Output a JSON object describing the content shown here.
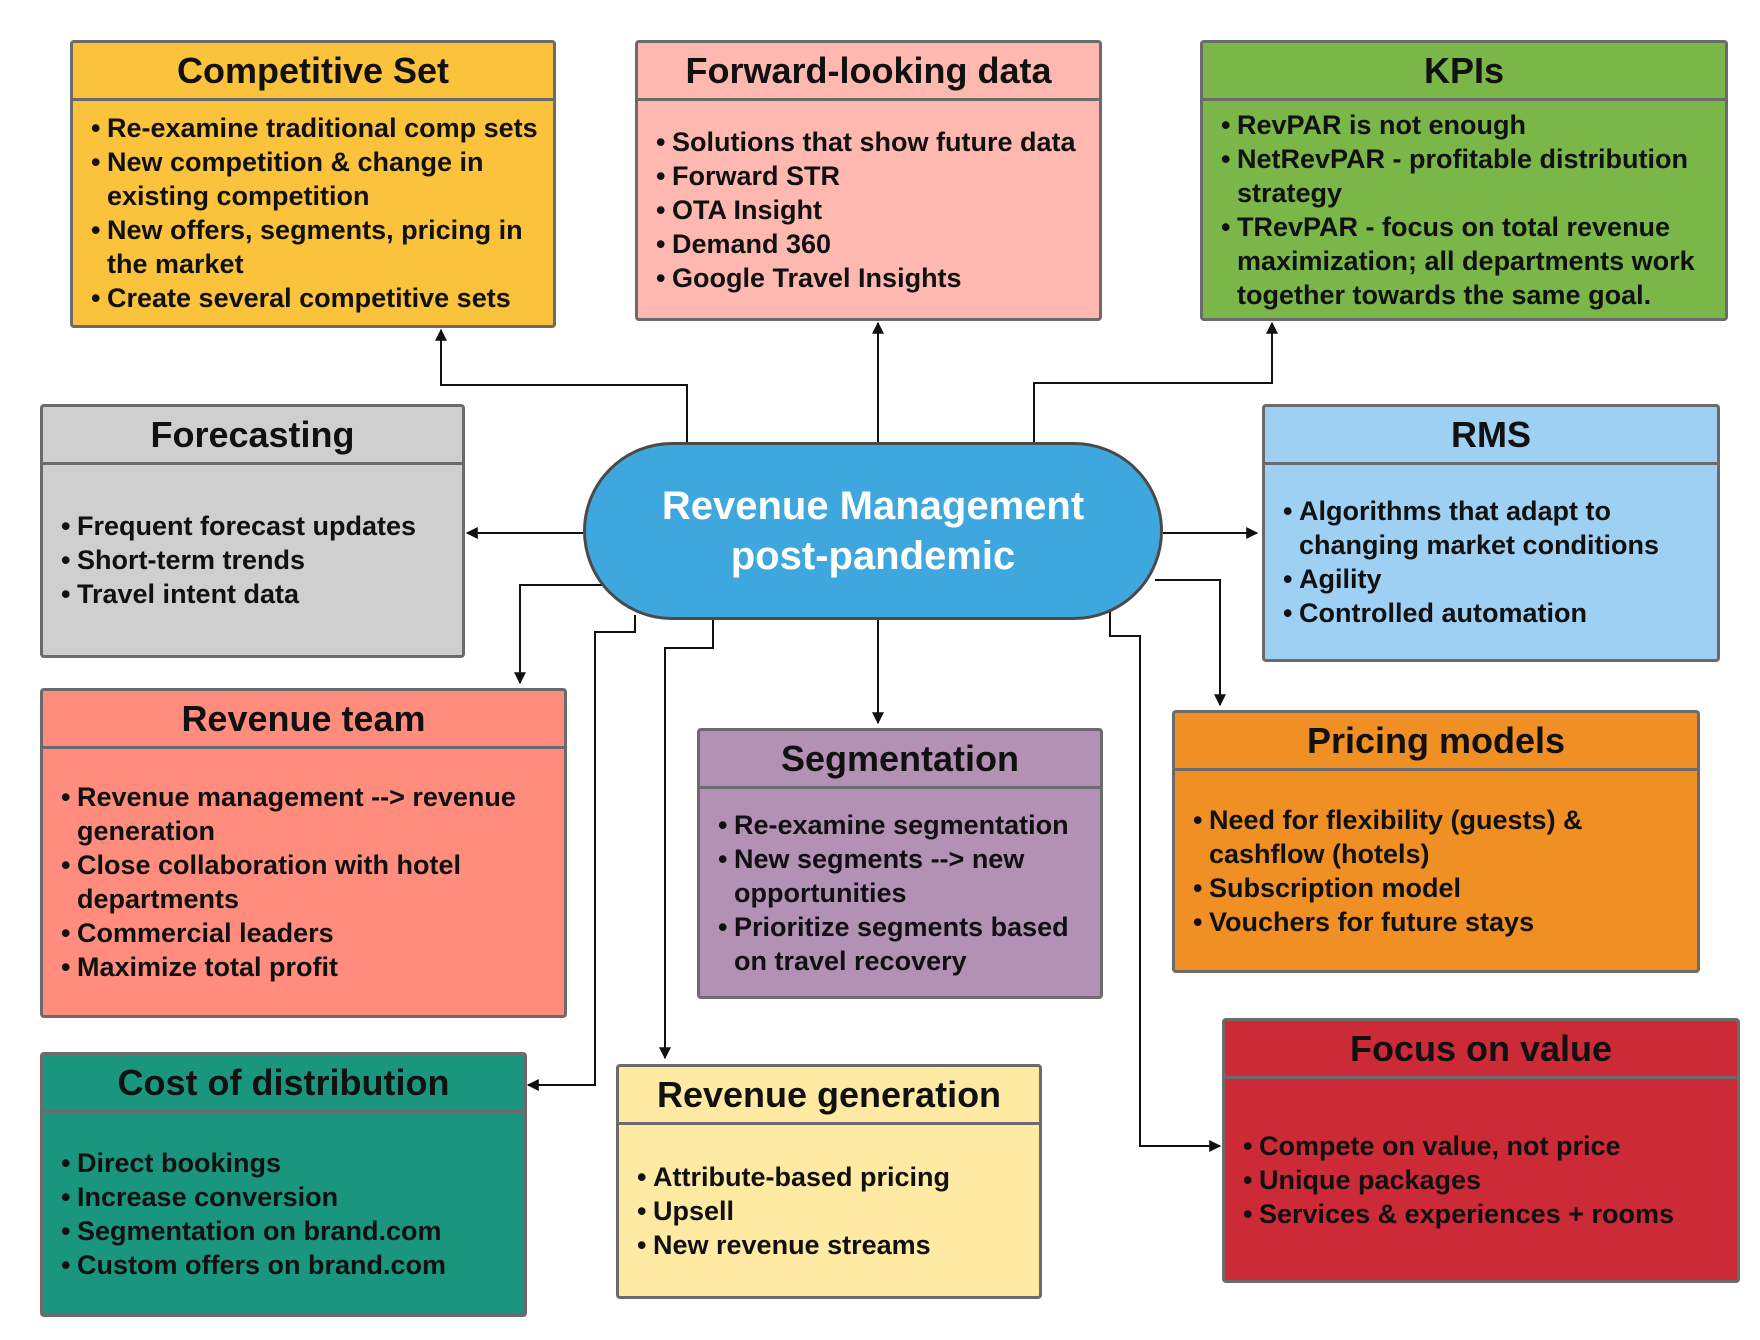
{
  "center": {
    "line1": "Revenue Management",
    "line2": "post-pandemic",
    "color": "#3ea7dd"
  },
  "boxes": {
    "competitive_set": {
      "title": "Competitive Set",
      "color": "#fbc33c",
      "items": [
        "Re-examine traditional comp sets",
        "New competition & change in existing competition",
        "New offers, segments, pricing in the market",
        "Create several competitive sets"
      ]
    },
    "forward_looking": {
      "title": "Forward-looking data",
      "color": "#ffb8b0",
      "items": [
        "Solutions that show future data",
        "Forward STR",
        "OTA Insight",
        "Demand 360",
        "Google Travel Insights"
      ]
    },
    "kpis": {
      "title": "KPIs",
      "color": "#7ab648",
      "items": [
        "RevPAR is not enough",
        "NetRevPAR - profitable distribution strategy",
        "TRevPAR - focus on total revenue maximization; all departments work together towards the same goal."
      ]
    },
    "forecasting": {
      "title": "Forecasting",
      "color": "#cfcfcf",
      "items": [
        "Frequent forecast updates",
        "Short-term trends",
        "Travel intent data"
      ]
    },
    "rms": {
      "title": "RMS",
      "color": "#9dd0f3",
      "items": [
        "Algorithms that adapt to changing market conditions",
        "Agility",
        "Controlled automation"
      ]
    },
    "revenue_team": {
      "title": "Revenue team",
      "color": "#ff8c7c",
      "items": [
        "Revenue management --> revenue generation",
        "Close collaboration with hotel departments",
        "Commercial leaders",
        "Maximize total profit"
      ]
    },
    "segmentation": {
      "title": "Segmentation",
      "color": "#b391b5",
      "items": [
        "Re-examine segmentation",
        "New segments --> new opportunities",
        "Prioritize segments based on travel recovery"
      ]
    },
    "pricing_models": {
      "title": "Pricing models",
      "color": "#f08f24",
      "items": [
        "Need for flexibility (guests) & cashflow (hotels)",
        "Subscription model",
        "Vouchers for future stays"
      ]
    },
    "cost_distribution": {
      "title": "Cost of distribution",
      "color": "#19967d",
      "items": [
        "Direct bookings",
        "Increase conversion",
        "Segmentation on brand.com",
        "Custom offers on brand.com"
      ]
    },
    "revenue_generation": {
      "title": "Revenue generation",
      "color": "#ffeaa4",
      "items": [
        "Attribute-based pricing",
        "Upsell",
        "New revenue streams"
      ]
    },
    "focus_on_value": {
      "title": "Focus on value",
      "color": "#cc2a36",
      "items": [
        "Compete on value, not price",
        "Unique packages",
        "Services & experiences + rooms"
      ]
    }
  }
}
